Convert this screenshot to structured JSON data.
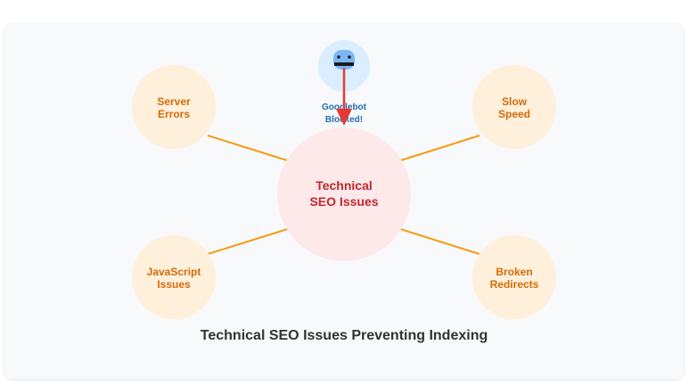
{
  "diagram": {
    "center": {
      "line1": "Technical",
      "line2": "SEO Issues"
    },
    "issues": [
      {
        "id": "server-errors",
        "line1": "Server",
        "line2": "Errors"
      },
      {
        "id": "slow-speed",
        "line1": "Slow",
        "line2": "Speed"
      },
      {
        "id": "javascript-issues",
        "line1": "JavaScript",
        "line2": "Issues"
      },
      {
        "id": "broken-redirects",
        "line1": "Broken",
        "line2": "Redirects"
      }
    ],
    "bot": {
      "line1": "Googlebot",
      "line2": "Blocked!",
      "icon": "robot-icon"
    },
    "caption": "Technical SEO Issues Preventing Indexing"
  },
  "colors": {
    "card_bg": "#f8f9fa",
    "issue_fill": "#fff0db",
    "issue_text": "#d46b08",
    "center_fill": "#fde8ea",
    "center_text": "#c0282d",
    "arrow": "#f39c12",
    "block_arrow": "#e53935",
    "bot_fill": "#dbeeff",
    "bot_head": "#7ab8f5",
    "bot_text": "#1f6fb2",
    "caption": "#333333"
  }
}
